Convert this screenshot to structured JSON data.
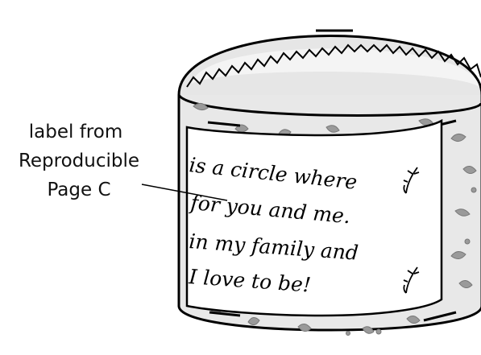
{
  "callout": {
    "lines": [
      "label from",
      "Reproducible",
      "Page C"
    ]
  },
  "label": {
    "lines": [
      "is a circle where",
      "for you and me.",
      "in my family and",
      "I love to be!"
    ]
  },
  "colors": {
    "outline": "#000000",
    "can_fill": "#e8e8e8",
    "speckle": "#9a9a9a",
    "label_fill": "#ffffff"
  },
  "icons": {
    "decoration": "sprig-icon"
  }
}
